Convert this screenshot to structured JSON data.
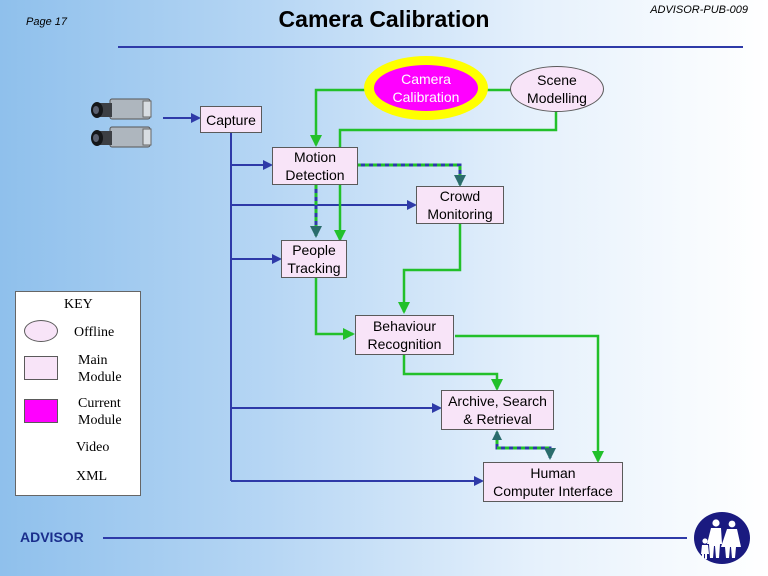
{
  "header": {
    "page": "Page 17",
    "title": "Camera Calibration",
    "doc_ref": "ADVISOR-PUB-009"
  },
  "diagram": {
    "capture": "Capture",
    "camera_calibration": "Camera\nCalibration",
    "scene_modelling": "Scene\nModelling",
    "motion_detection": "Motion\nDetection",
    "crowd_monitoring": "Crowd\nMonitoring",
    "people_tracking": "People\nTracking",
    "behaviour_recognition": "Behaviour\nRecognition",
    "archive": "Archive, Search\n& Retrieval",
    "hci": "Human\nComputer Interface"
  },
  "key": {
    "title": "KEY",
    "offline": "Offline",
    "main_module": "Main\nModule",
    "current_module": "Current\nModule",
    "video": "Video",
    "xml": "XML"
  },
  "colors": {
    "video": "#2e3aa8",
    "xml": "#22c02a",
    "current_module": "#ff00ff",
    "highlight": "#ffff00",
    "module_fill": "#f8e4f8"
  },
  "footer": {
    "label": "ADVISOR"
  }
}
